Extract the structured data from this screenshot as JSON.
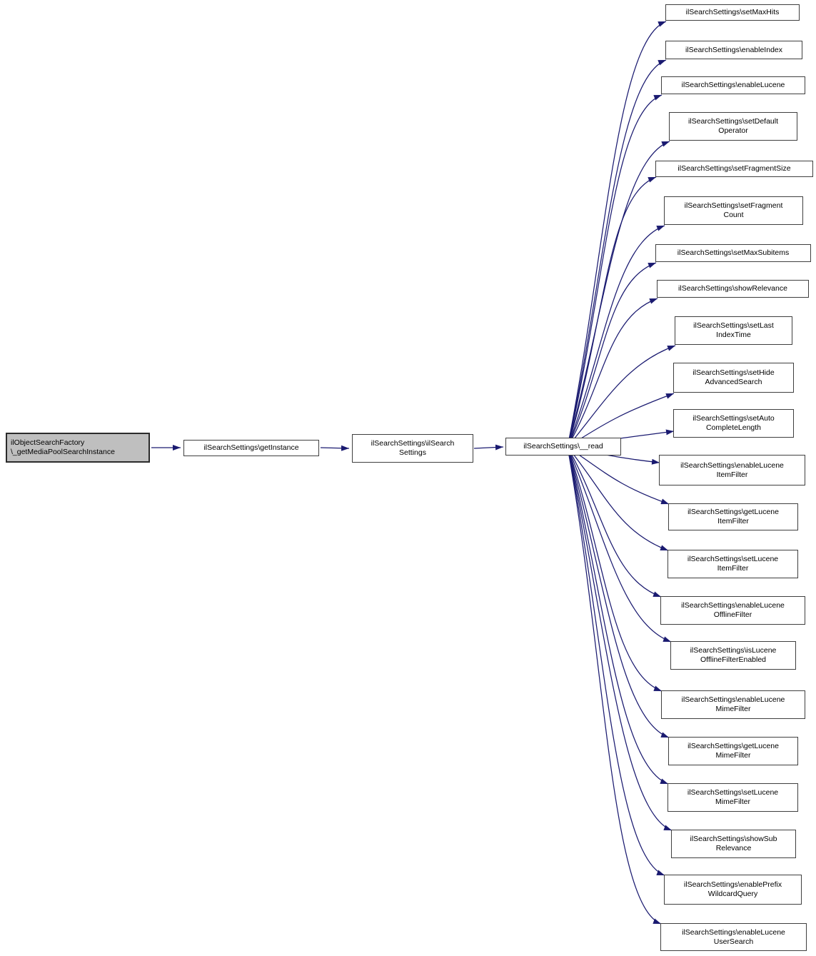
{
  "colors": {
    "edge": "#1a1a70",
    "node_border": "#3f3f3f",
    "node_fill": "#ffffff",
    "root_fill": "#bfbfbf",
    "text": "#000000"
  },
  "root": {
    "line1": "ilObjectSearchFactory",
    "line2": "\\_getMediaPoolSearchInstance"
  },
  "chain": [
    {
      "line1": "ilSearchSettings\\getInstance"
    },
    {
      "line1": "ilSearchSettings\\ilSearch",
      "line2": "Settings"
    },
    {
      "line1": "ilSearchSettings\\__read"
    }
  ],
  "callees": [
    {
      "line1": "ilSearchSettings\\setMaxHits"
    },
    {
      "line1": "ilSearchSettings\\enableIndex"
    },
    {
      "line1": "ilSearchSettings\\enableLucene"
    },
    {
      "line1": "ilSearchSettings\\setDefault",
      "line2": "Operator"
    },
    {
      "line1": "ilSearchSettings\\setFragmentSize"
    },
    {
      "line1": "ilSearchSettings\\setFragment",
      "line2": "Count"
    },
    {
      "line1": "ilSearchSettings\\setMaxSubitems"
    },
    {
      "line1": "ilSearchSettings\\showRelevance"
    },
    {
      "line1": "ilSearchSettings\\setLast",
      "line2": "IndexTime"
    },
    {
      "line1": "ilSearchSettings\\setHide",
      "line2": "AdvancedSearch"
    },
    {
      "line1": "ilSearchSettings\\setAuto",
      "line2": "CompleteLength"
    },
    {
      "line1": "ilSearchSettings\\enableLucene",
      "line2": "ItemFilter"
    },
    {
      "line1": "ilSearchSettings\\getLucene",
      "line2": "ItemFilter"
    },
    {
      "line1": "ilSearchSettings\\setLucene",
      "line2": "ItemFilter"
    },
    {
      "line1": "ilSearchSettings\\enableLucene",
      "line2": "OfflineFilter"
    },
    {
      "line1": "ilSearchSettings\\isLucene",
      "line2": "OfflineFilterEnabled"
    },
    {
      "line1": "ilSearchSettings\\enableLucene",
      "line2": "MimeFilter"
    },
    {
      "line1": "ilSearchSettings\\getLucene",
      "line2": "MimeFilter"
    },
    {
      "line1": "ilSearchSettings\\setLucene",
      "line2": "MimeFilter"
    },
    {
      "line1": "ilSearchSettings\\showSub",
      "line2": "Relevance"
    },
    {
      "line1": "ilSearchSettings\\enablePrefix",
      "line2": "WildcardQuery"
    },
    {
      "line1": "ilSearchSettings\\enableLucene",
      "line2": "UserSearch"
    }
  ]
}
